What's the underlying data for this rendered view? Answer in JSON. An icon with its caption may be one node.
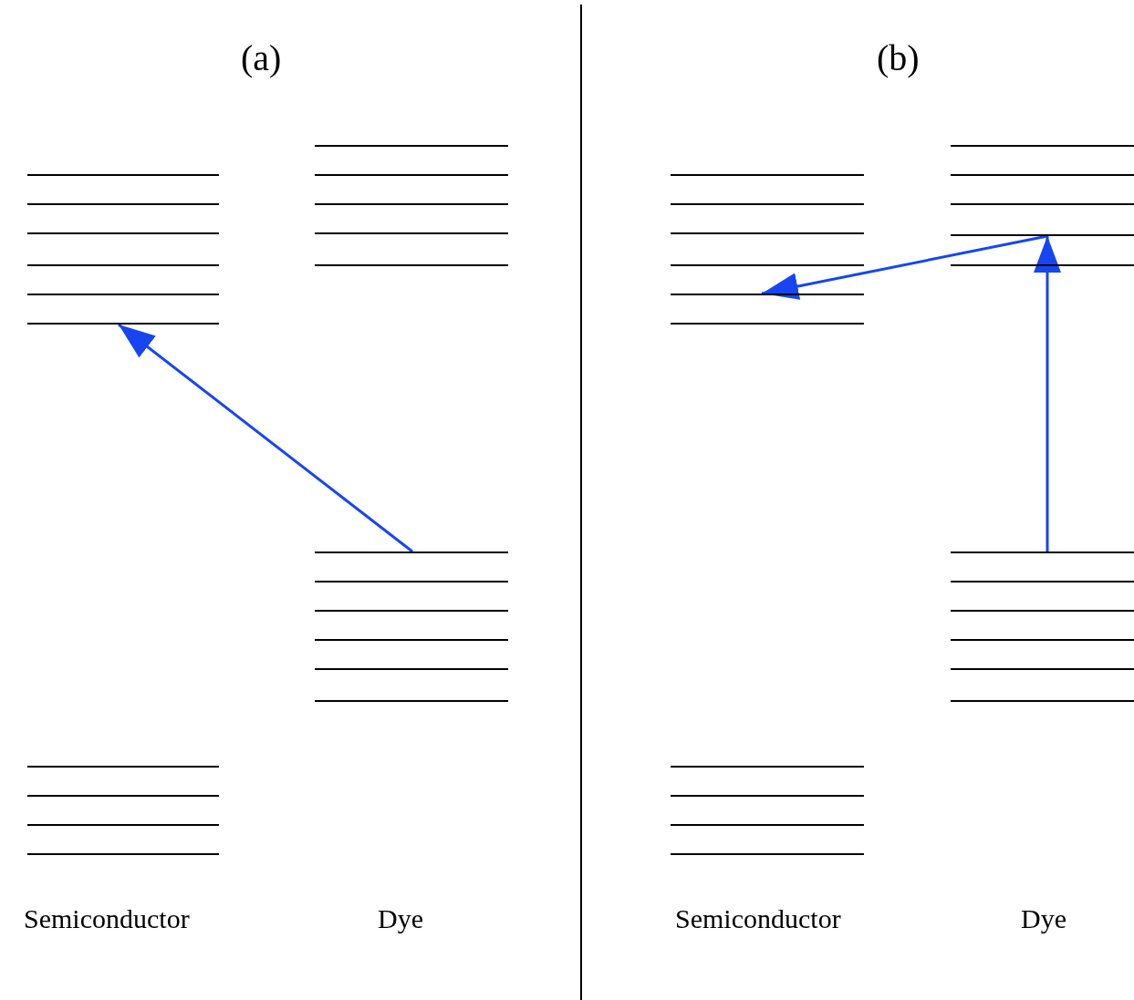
{
  "diagram": {
    "nodes": [
      {
        "text": [],
        "shape": "bar"
      },
      {
        "text": [],
        "shape": "bar"
      },
      {
        "text": [],
        "shape": "bar"
      },
      {
        "text": [],
        "shape": "bar"
      },
      {
        "text": [],
        "shape": "bar"
      }
    ],
    "edges": [
      {
        "from": 0,
        "to": 1,
        "arrow": "to"
      },
      {
        "from": 2,
        "to": 3,
        "arrow": "to"
      },
      {
        "from": 3,
        "to": 4,
        "arrow": "to"
      }
    ],
    "labels": [
      "(a)",
      "(b)",
      "Semiconductor",
      "Dye",
      "Semiconductor",
      "Dye"
    ]
  }
}
